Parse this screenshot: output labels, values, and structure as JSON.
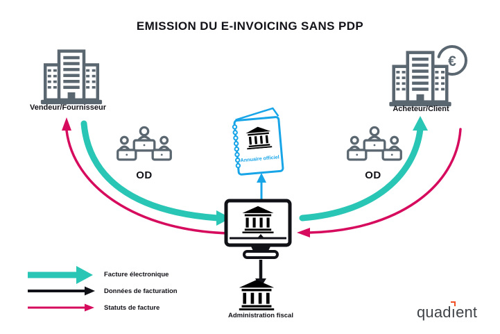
{
  "title": "EMISSION DU E-INVOICING SANS PDP",
  "nodes": {
    "vendor": {
      "label": "Vendeur/Fournisseur",
      "icon": "office-building-icon"
    },
    "buyer": {
      "label": "Acheteur/Client",
      "icon": "office-building-icon",
      "euro_symbol": "€"
    },
    "od_left": {
      "label": "OD",
      "icon": "operators-group-icon"
    },
    "od_right": {
      "label": "OD",
      "icon": "operators-group-icon"
    },
    "directory": {
      "label": "Annuaire officiel",
      "icon": "spiral-notebook-bank-icon"
    },
    "portal": {
      "icon": "monitor-bank-icon"
    },
    "tax_admin": {
      "label": "Administration fiscal",
      "icon": "bank-icon"
    }
  },
  "legend": {
    "items": [
      {
        "label": "Facture électronique",
        "color": "#29c5b5",
        "style": "thick-arrow"
      },
      {
        "label": "Données de facturation",
        "color": "#111118",
        "style": "thin-arrow"
      },
      {
        "label": "Statuts de facture",
        "color": "#d60b5e",
        "style": "thin-arrow"
      }
    ]
  },
  "branding": {
    "logo_full": "quadient",
    "logo_parts": [
      "quad",
      "ı",
      "ent"
    ]
  },
  "colors": {
    "teal": "#29c5b5",
    "pink": "#d60b5e",
    "blue": "#18a5e8",
    "gray": "#5b6770",
    "ink": "#111118",
    "logo-text": "#3f4347",
    "logo-orange": "#f04e23",
    "background": "#ffffff"
  }
}
